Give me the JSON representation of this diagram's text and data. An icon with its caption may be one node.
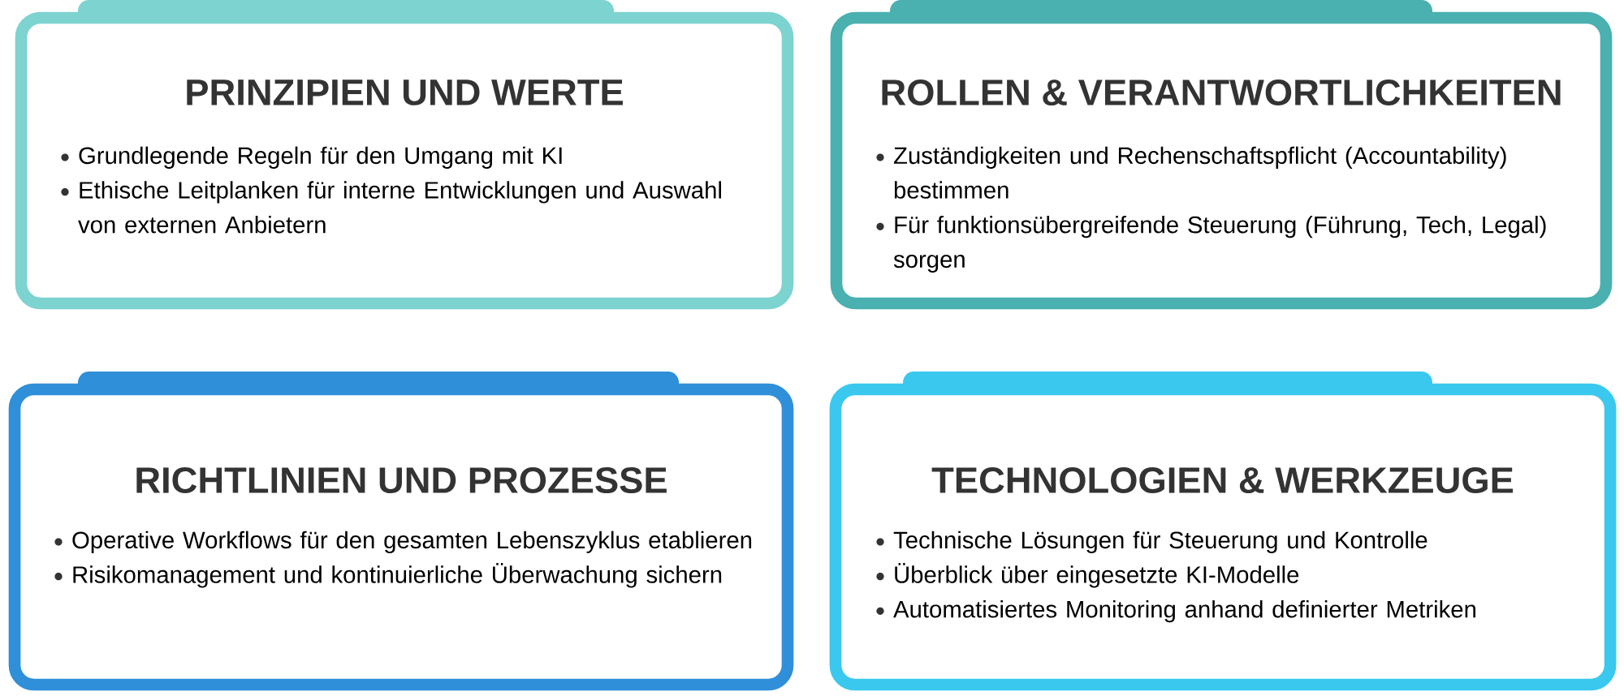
{
  "diagram": {
    "nodes": [
      {
        "text": [
          "PRINZIPIEN UND WERTE",
          "Grundlegende Regeln für den Umgang mit KI",
          "Ethische Leitplanken für interne Entwicklungen und Auswahl von externen Anbietern"
        ]
      },
      {
        "text": [
          "ROLLEN & VERANTWORTLICHKEITEN",
          "Zuständigkeiten und Rechenschaftspflicht (Accountability) bestimmen",
          "Für funktionsübergreifende Steuerung (Führung, Tech, Legal) sorgen"
        ]
      },
      {
        "text": [
          "RICHTLINIEN UND PROZESSE",
          "Operative Workflows für den gesamten Lebenszyklus etablieren",
          "Risikomanagement und kontinuierliche Überwachung sichern"
        ]
      },
      {
        "text": [
          "TECHNOLOGIEN & WERKZEUGE",
          "Technische Lösungen für Steuerung und Kontrolle",
          "Überblick über eingesetzte KI-Modelle",
          "Automatisiertes Monitoring anhand definierter Metriken"
        ]
      }
    ]
  }
}
